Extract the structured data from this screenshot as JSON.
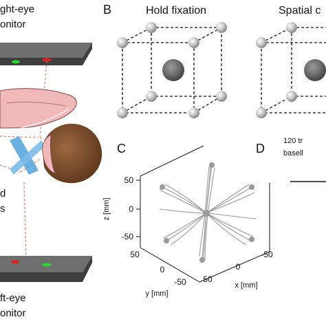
{
  "panel_a": {
    "right_monitor_label": [
      "ght-eye",
      "onitor"
    ],
    "left_monitor_label": [
      "ft-eye",
      "onitor"
    ],
    "side_label": [
      "d",
      "s"
    ]
  },
  "panel_b": {
    "letter": "B",
    "title_left": "Hold fixation",
    "title_right": "Spatial c"
  },
  "panel_c": {
    "letter": "C",
    "axes": {
      "z_label": "z [mm]",
      "x_label": "x [mm]",
      "y_label": "y [mm]",
      "z_ticks": [
        "50",
        "0",
        "-50"
      ],
      "x_ticks": [
        "50",
        "0",
        "-50"
      ],
      "y_ticks": [
        "50",
        "0",
        "-50"
      ]
    }
  },
  "panel_d": {
    "letter": "D",
    "note_lines": [
      "120 tr",
      "basell"
    ]
  },
  "colors": {
    "monitor_top": "#6f6f6f",
    "monitor_front": "#3f3f3f",
    "green_dot": "#2fd22f",
    "red_dot": "#e02020",
    "ray": "#e07a6a",
    "head": "#7a4a2a",
    "ear": "#f0b8b8",
    "mirror": "#5ba7de",
    "trajectory": "#8a8a8a"
  }
}
